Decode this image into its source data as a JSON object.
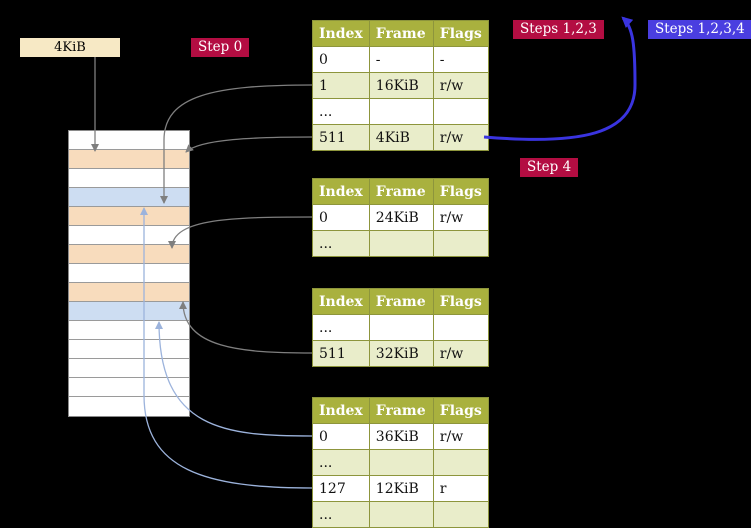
{
  "labels": {
    "frame_box": "4KiB",
    "step0": "Step 0",
    "steps123": "Steps 1,2,3",
    "steps1234": "Steps 1,2,3,4",
    "step4": "Step 4"
  },
  "colors": {
    "crimson_badge": "#b30d42",
    "blue_badge": "#4a3ee0",
    "table_header": "#a9b13e",
    "table_row_green": "#e9edca",
    "table_row_white": "#ffffff",
    "highlight_yellow": "#fcfba5",
    "memory_peach": "#f8dcbd",
    "memory_blue": "#cdddf2",
    "frame_box_tan": "#f7e9c5",
    "arrow_gray": "#7f7f7f",
    "arrow_light_blue": "#9cb3dc",
    "arrow_blue": "#3a34e0"
  },
  "tables": [
    {
      "name": "level-4-page-table",
      "headers": [
        "Index",
        "Frame",
        "Flags"
      ],
      "rows": [
        {
          "cells": [
            "0",
            "-",
            "-"
          ],
          "highlight": false
        },
        {
          "cells": [
            "1",
            "16KiB",
            "r/w"
          ],
          "highlight": false
        },
        {
          "cells": [
            "...",
            "",
            ""
          ],
          "highlight": false
        },
        {
          "cells": [
            "511",
            "4KiB",
            "r/w"
          ],
          "highlight": true
        }
      ]
    },
    {
      "name": "level-3-page-table",
      "headers": [
        "Index",
        "Frame",
        "Flags"
      ],
      "rows": [
        {
          "cells": [
            "0",
            "24KiB",
            "r/w"
          ],
          "highlight": false
        },
        {
          "cells": [
            "...",
            "",
            ""
          ],
          "highlight": false
        }
      ]
    },
    {
      "name": "level-2-page-table",
      "headers": [
        "Index",
        "Frame",
        "Flags"
      ],
      "rows": [
        {
          "cells": [
            "...",
            "",
            ""
          ],
          "highlight": false
        },
        {
          "cells": [
            "511",
            "32KiB",
            "r/w"
          ],
          "highlight": false
        }
      ]
    },
    {
      "name": "level-1-page-table",
      "headers": [
        "Index",
        "Frame",
        "Flags"
      ],
      "rows": [
        {
          "cells": [
            "0",
            "36KiB",
            "r/w"
          ],
          "highlight": false
        },
        {
          "cells": [
            "...",
            "",
            ""
          ],
          "highlight": false
        },
        {
          "cells": [
            "127",
            "12KiB",
            "r"
          ],
          "highlight": false
        },
        {
          "cells": [
            "...",
            "",
            ""
          ],
          "highlight": false
        }
      ]
    }
  ],
  "memory": {
    "rows": [
      "white",
      "peach",
      "white",
      "blue",
      "peach",
      "white",
      "peach",
      "white",
      "peach",
      "blue",
      "white",
      "white",
      "white",
      "white",
      "white"
    ]
  }
}
